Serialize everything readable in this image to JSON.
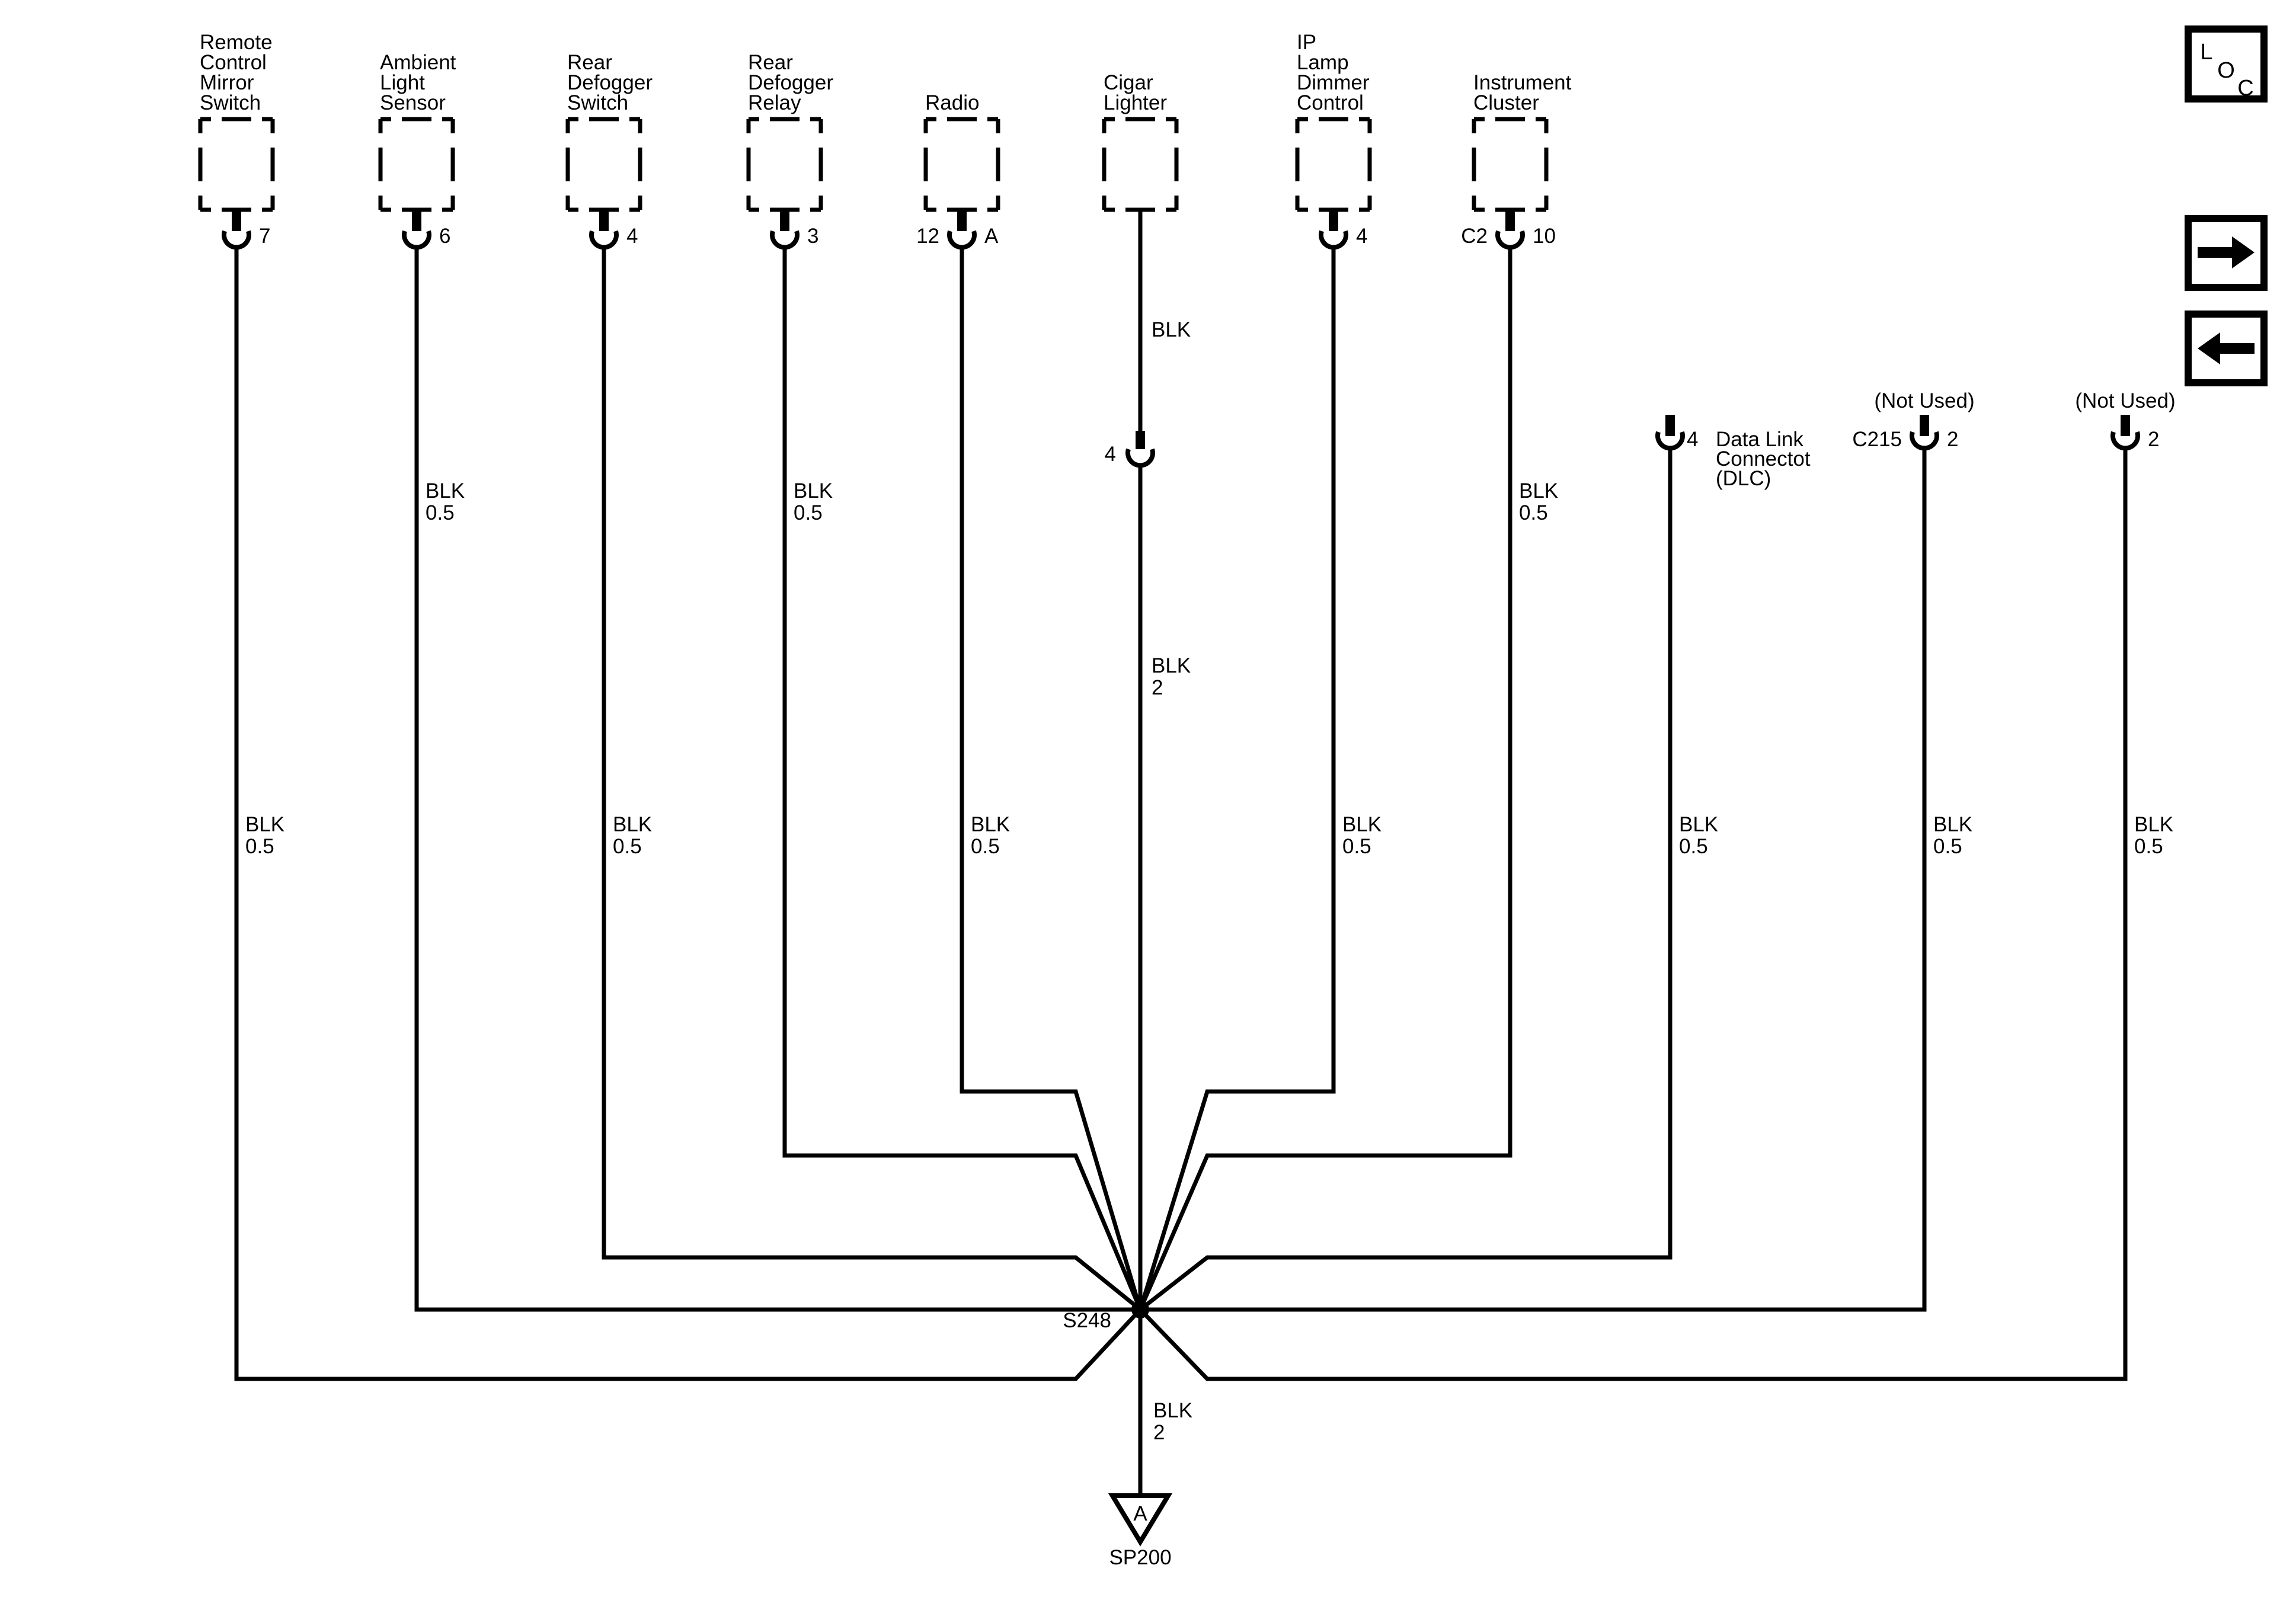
{
  "diagram": {
    "splice_label": "S248",
    "ground_id": "A",
    "ground_label": "SP200",
    "wire_color": "BLK",
    "gauge_small": "0.5",
    "gauge_large": "2"
  },
  "components": [
    {
      "id": "remote-control-mirror-switch",
      "name_lines": [
        "Remote",
        "Control",
        "Mirror",
        "Switch"
      ],
      "pin_right": "7"
    },
    {
      "id": "ambient-light-sensor",
      "name_lines": [
        "Ambient",
        "Light",
        "Sensor"
      ],
      "pin_right": "6"
    },
    {
      "id": "rear-defogger-switch",
      "name_lines": [
        "Rear",
        "Defogger",
        "Switch"
      ],
      "pin_right": "4"
    },
    {
      "id": "rear-defogger-relay",
      "name_lines": [
        "Rear",
        "Defogger",
        "Relay"
      ],
      "pin_right": "3"
    },
    {
      "id": "radio",
      "name_lines": [
        "Radio"
      ],
      "pin_left": "12",
      "pin_right": "A"
    },
    {
      "id": "cigar-lighter",
      "name_lines": [
        "Cigar",
        "Lighter"
      ]
    },
    {
      "id": "ip-lamp-dimmer-control",
      "name_lines": [
        "IP",
        "Lamp",
        "Dimmer",
        "Control"
      ],
      "pin_right": "4"
    },
    {
      "id": "instrument-cluster",
      "name_lines": [
        "Instrument",
        "Cluster"
      ],
      "pin_left": "C2",
      "pin_right": "10"
    }
  ],
  "connectors": [
    {
      "id": "data-link-connector",
      "pin_right": "4",
      "desc_lines": [
        "Data Link",
        "Connectot",
        "(DLC)"
      ]
    },
    {
      "id": "c215",
      "note": "(Not Used)",
      "pin_left": "C215",
      "pin_right": "2"
    },
    {
      "id": "not-used-right",
      "note": "(Not Used)",
      "pin_right": "2"
    }
  ],
  "inline_connector": {
    "pin_left": "4"
  },
  "nav": {
    "loc_letters": [
      "L",
      "O",
      "C"
    ],
    "next_icon": "arrow-right",
    "prev_icon": "arrow-left"
  },
  "colors": {
    "line": "#000000",
    "background": "#ffffff"
  }
}
